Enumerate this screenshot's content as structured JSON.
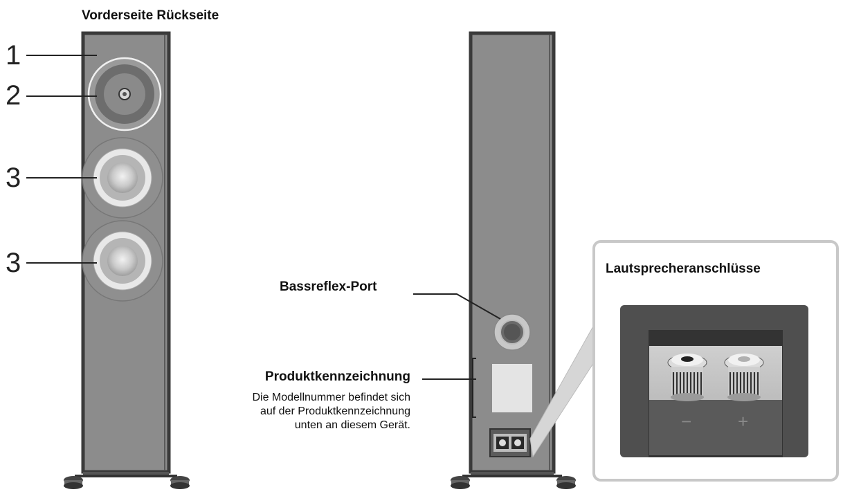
{
  "title": "Vorderseite Rückseite",
  "front": {
    "callouts": [
      "1",
      "2",
      "3",
      "3"
    ]
  },
  "back": {
    "bass_reflex_label": "Bassreflex-Port",
    "product_label_title": "Produktkennzeichnung",
    "product_label_desc": [
      "Die Modellnummer befindet sich",
      "auf der Produktkennzeichnung",
      "unten an diesem Gerät."
    ]
  },
  "inset": {
    "title": "Lautsprecheranschlüsse",
    "minus": "−",
    "plus": "+"
  },
  "colors": {
    "cabinet": "#8c8c8c",
    "cabinet_edge": "#3a3a3a",
    "inset_bg": "#4f4f4f",
    "inset_border": "#c8c8c8"
  }
}
